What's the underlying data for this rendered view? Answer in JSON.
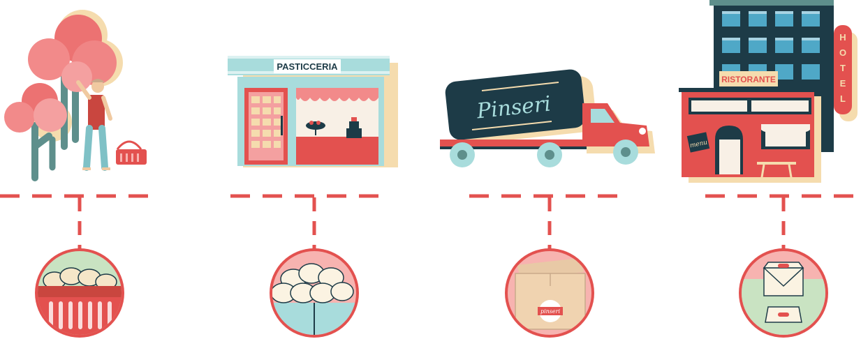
{
  "labels": {
    "pasticceria": "PASTICCERIA",
    "truck_brand": "Pinseri",
    "hotel": [
      "H",
      "O",
      "T",
      "E",
      "L"
    ],
    "ristorante": "RISTORANTE",
    "menu": "menu",
    "box_brand": "pinseri"
  },
  "colors": {
    "coral": "#e3514f",
    "pink": "#f28a8a",
    "teal": "#5e8f8c",
    "navy": "#1d3b47",
    "cream": "#f5dcae",
    "mint": "#a8dcdc"
  }
}
